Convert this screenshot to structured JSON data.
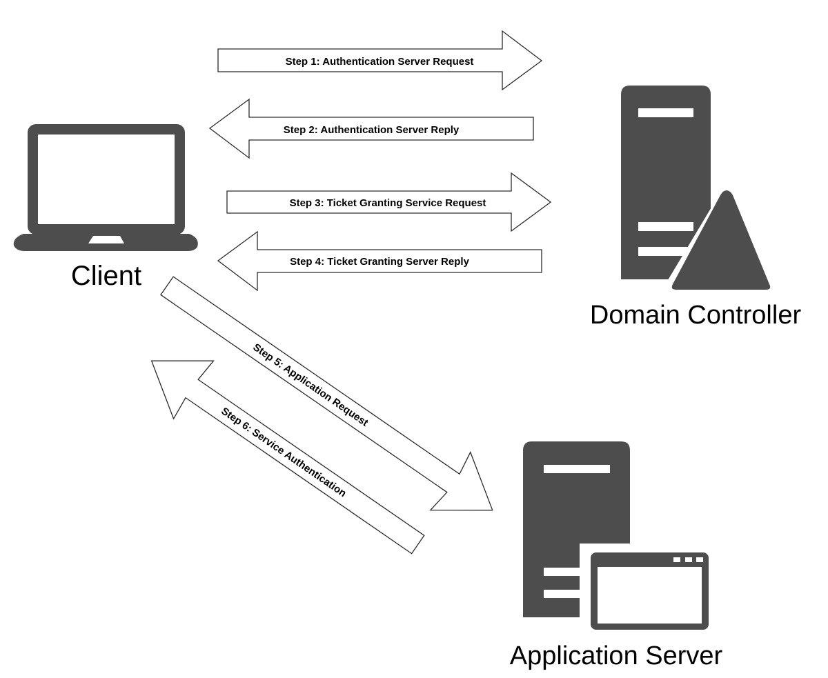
{
  "nodes": {
    "client": {
      "label": "Client"
    },
    "domain_controller": {
      "label": "Domain Controller"
    },
    "application_server": {
      "label": "Application Server"
    }
  },
  "steps": [
    {
      "label": "Step 1: Authentication Server Request"
    },
    {
      "label": "Step 2: Authentication Server Reply"
    },
    {
      "label": "Step 3: Ticket Granting Service Request"
    },
    {
      "label": "Step 4: Ticket Granting Server Reply"
    },
    {
      "label": "Step 5: Application Request"
    },
    {
      "label": "Step 6: Service Authentication"
    }
  ],
  "colors": {
    "icon_fill": "#4d4d4d",
    "arrow_fill": "#ffffff",
    "arrow_stroke": "#2a2a2a",
    "background": "#ffffff"
  }
}
